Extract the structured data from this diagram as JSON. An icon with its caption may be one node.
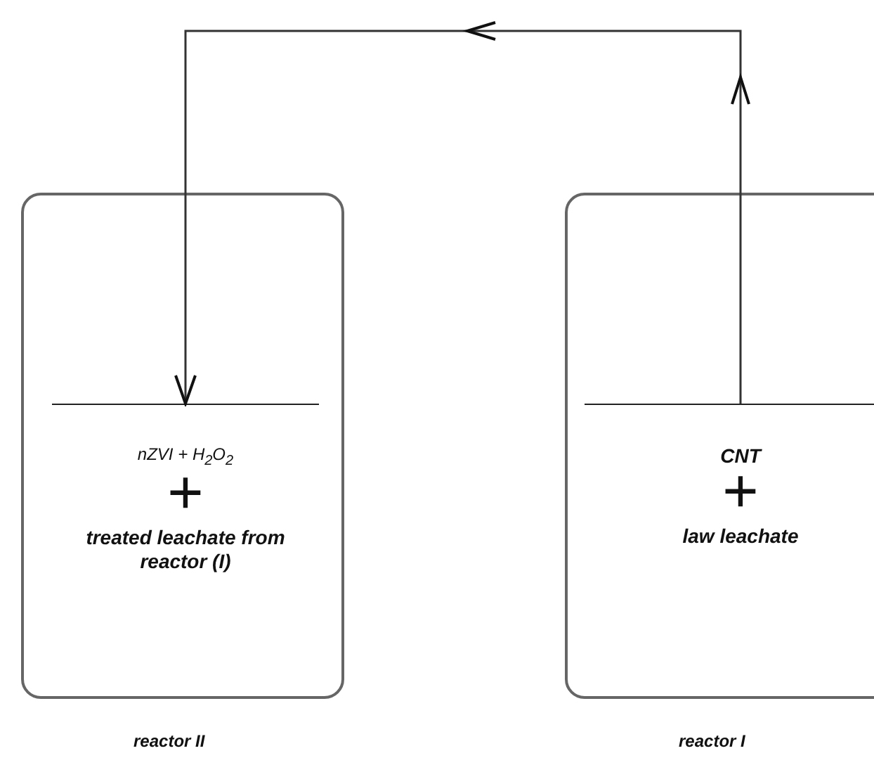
{
  "diagram": {
    "nodes": [
      {
        "text": [],
        "shape": "box",
        "beside": [
          "reactor II"
        ]
      },
      {
        "text": [
          "nZVI + H$_{2}$O$_{2}$",
          "+",
          "treated leachate from reactor (I)"
        ],
        "in": 0
      },
      {
        "text": [],
        "shape": "box",
        "beside": [
          "reactor I"
        ]
      },
      {
        "text": [
          "CNT",
          "+",
          "law leachate"
        ],
        "in": 2
      }
    ],
    "edges": [
      {
        "from": 3,
        "to": 1,
        "arrow": "to"
      }
    ]
  }
}
